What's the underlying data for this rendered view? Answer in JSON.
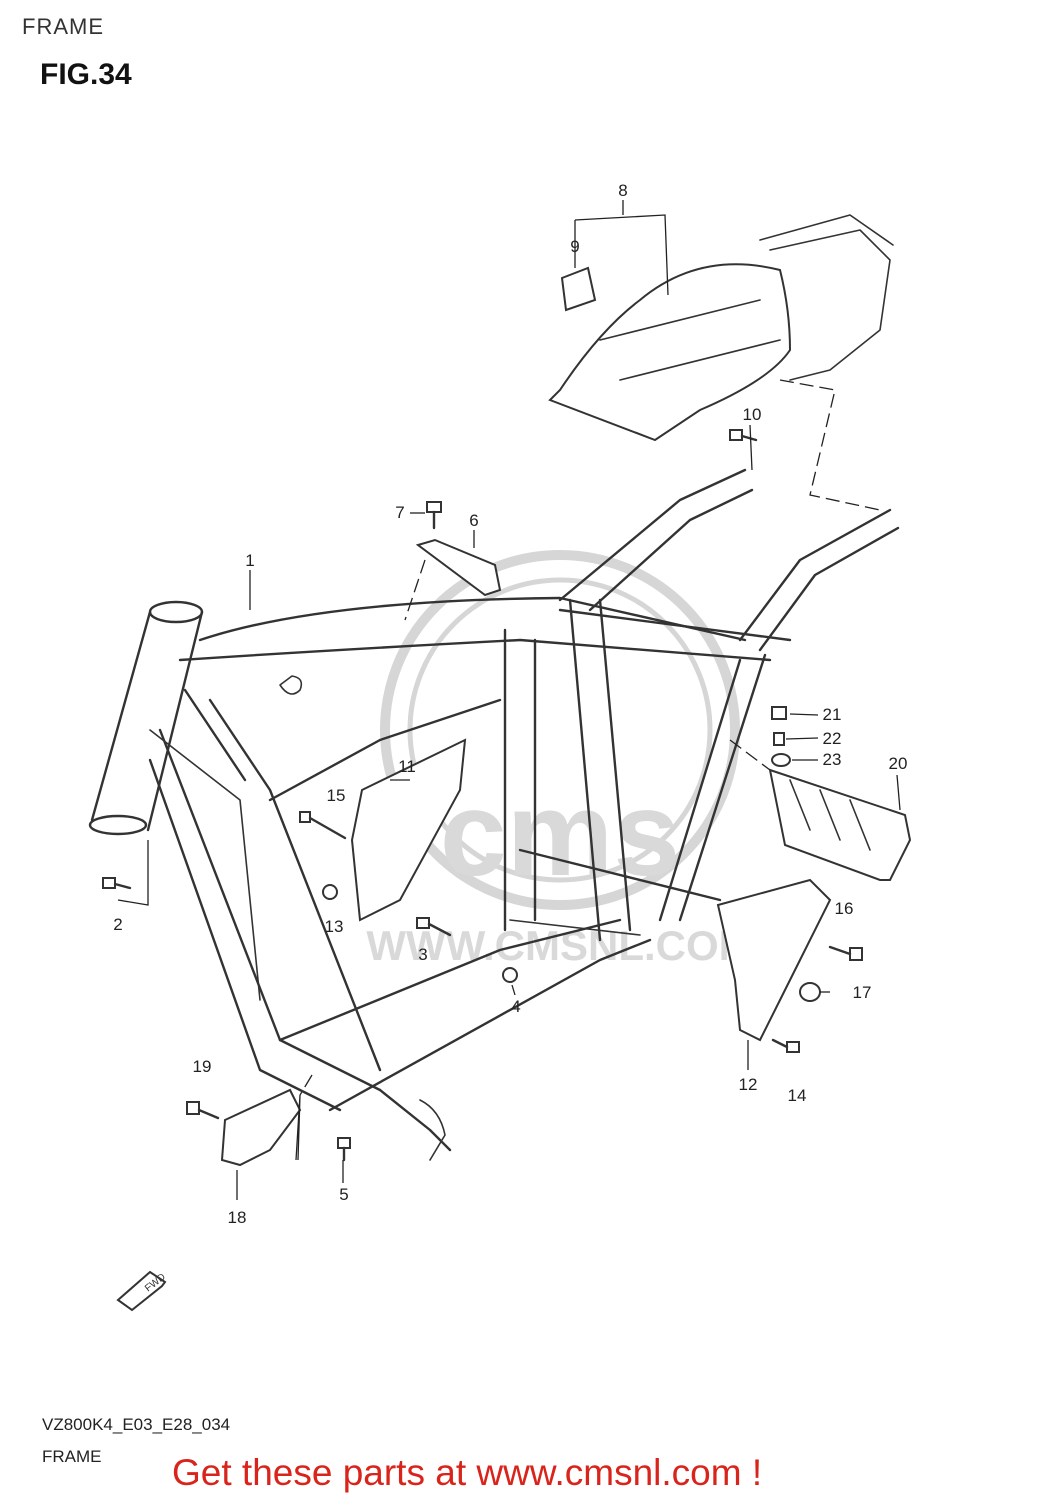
{
  "header": {
    "section_name": "FRAME",
    "figure_title": "FIG.34"
  },
  "diagram": {
    "part_labels": [
      "1",
      "2",
      "3",
      "4",
      "5",
      "6",
      "7",
      "8",
      "9",
      "10",
      "11",
      "12",
      "13",
      "14",
      "15",
      "16",
      "17",
      "18",
      "19",
      "20",
      "21",
      "22",
      "23"
    ],
    "watermark": {
      "site": "WWW.CMSNL.COM",
      "logo_text": "cms"
    },
    "fwd_icon": "fwd-arrow-icon"
  },
  "footer": {
    "model_code": "VZ800K4_E03_E28_034",
    "section_name": "FRAME",
    "promo_text": "Get these parts at www.cmsnl.com !",
    "promo_color": "#d9241c"
  }
}
